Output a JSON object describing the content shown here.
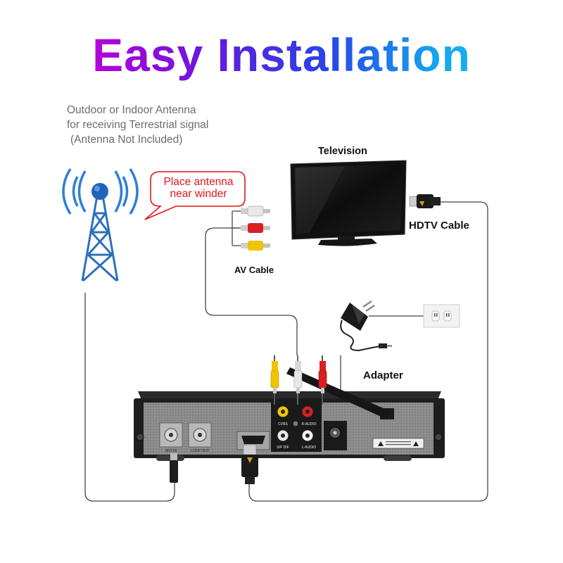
{
  "title": "Easy Installation",
  "antenna_note": {
    "line1": "Outdoor or Indoor Antenna",
    "line2": "for receiving Terrestrial signal",
    "line3": "(Antenna Not Included)"
  },
  "bubble": {
    "line1": "Place antenna",
    "line2": "near winder"
  },
  "labels": {
    "television": "Television",
    "hdtv_cable": "HDTV Cable",
    "av_cable": "AV Cable",
    "adapter": "Adapter"
  },
  "box_ports": {
    "ant_in": "ANT IN",
    "loop_out": "LOOP OUT",
    "cvbs": "CVBS",
    "r_audio": "R-AUDIO",
    "spdif": "S/P DIF",
    "l_audio": "L-AUDIO"
  },
  "colors": {
    "title_start": "#b000d8",
    "title_mid": "#2a44e8",
    "title_end": "#14c8f0",
    "bubble_red": "#e0161c",
    "tower_blue": "#2e7fd6",
    "rca_yellow": "#f0c400",
    "rca_red": "#d82020",
    "rca_white": "#e8e8e8"
  },
  "icons": [
    "antenna-tower-icon",
    "television-icon",
    "hdmi-plug-icon",
    "rca-plug-icon",
    "power-adapter-icon",
    "wall-outlet-icon",
    "set-top-box-icon"
  ]
}
